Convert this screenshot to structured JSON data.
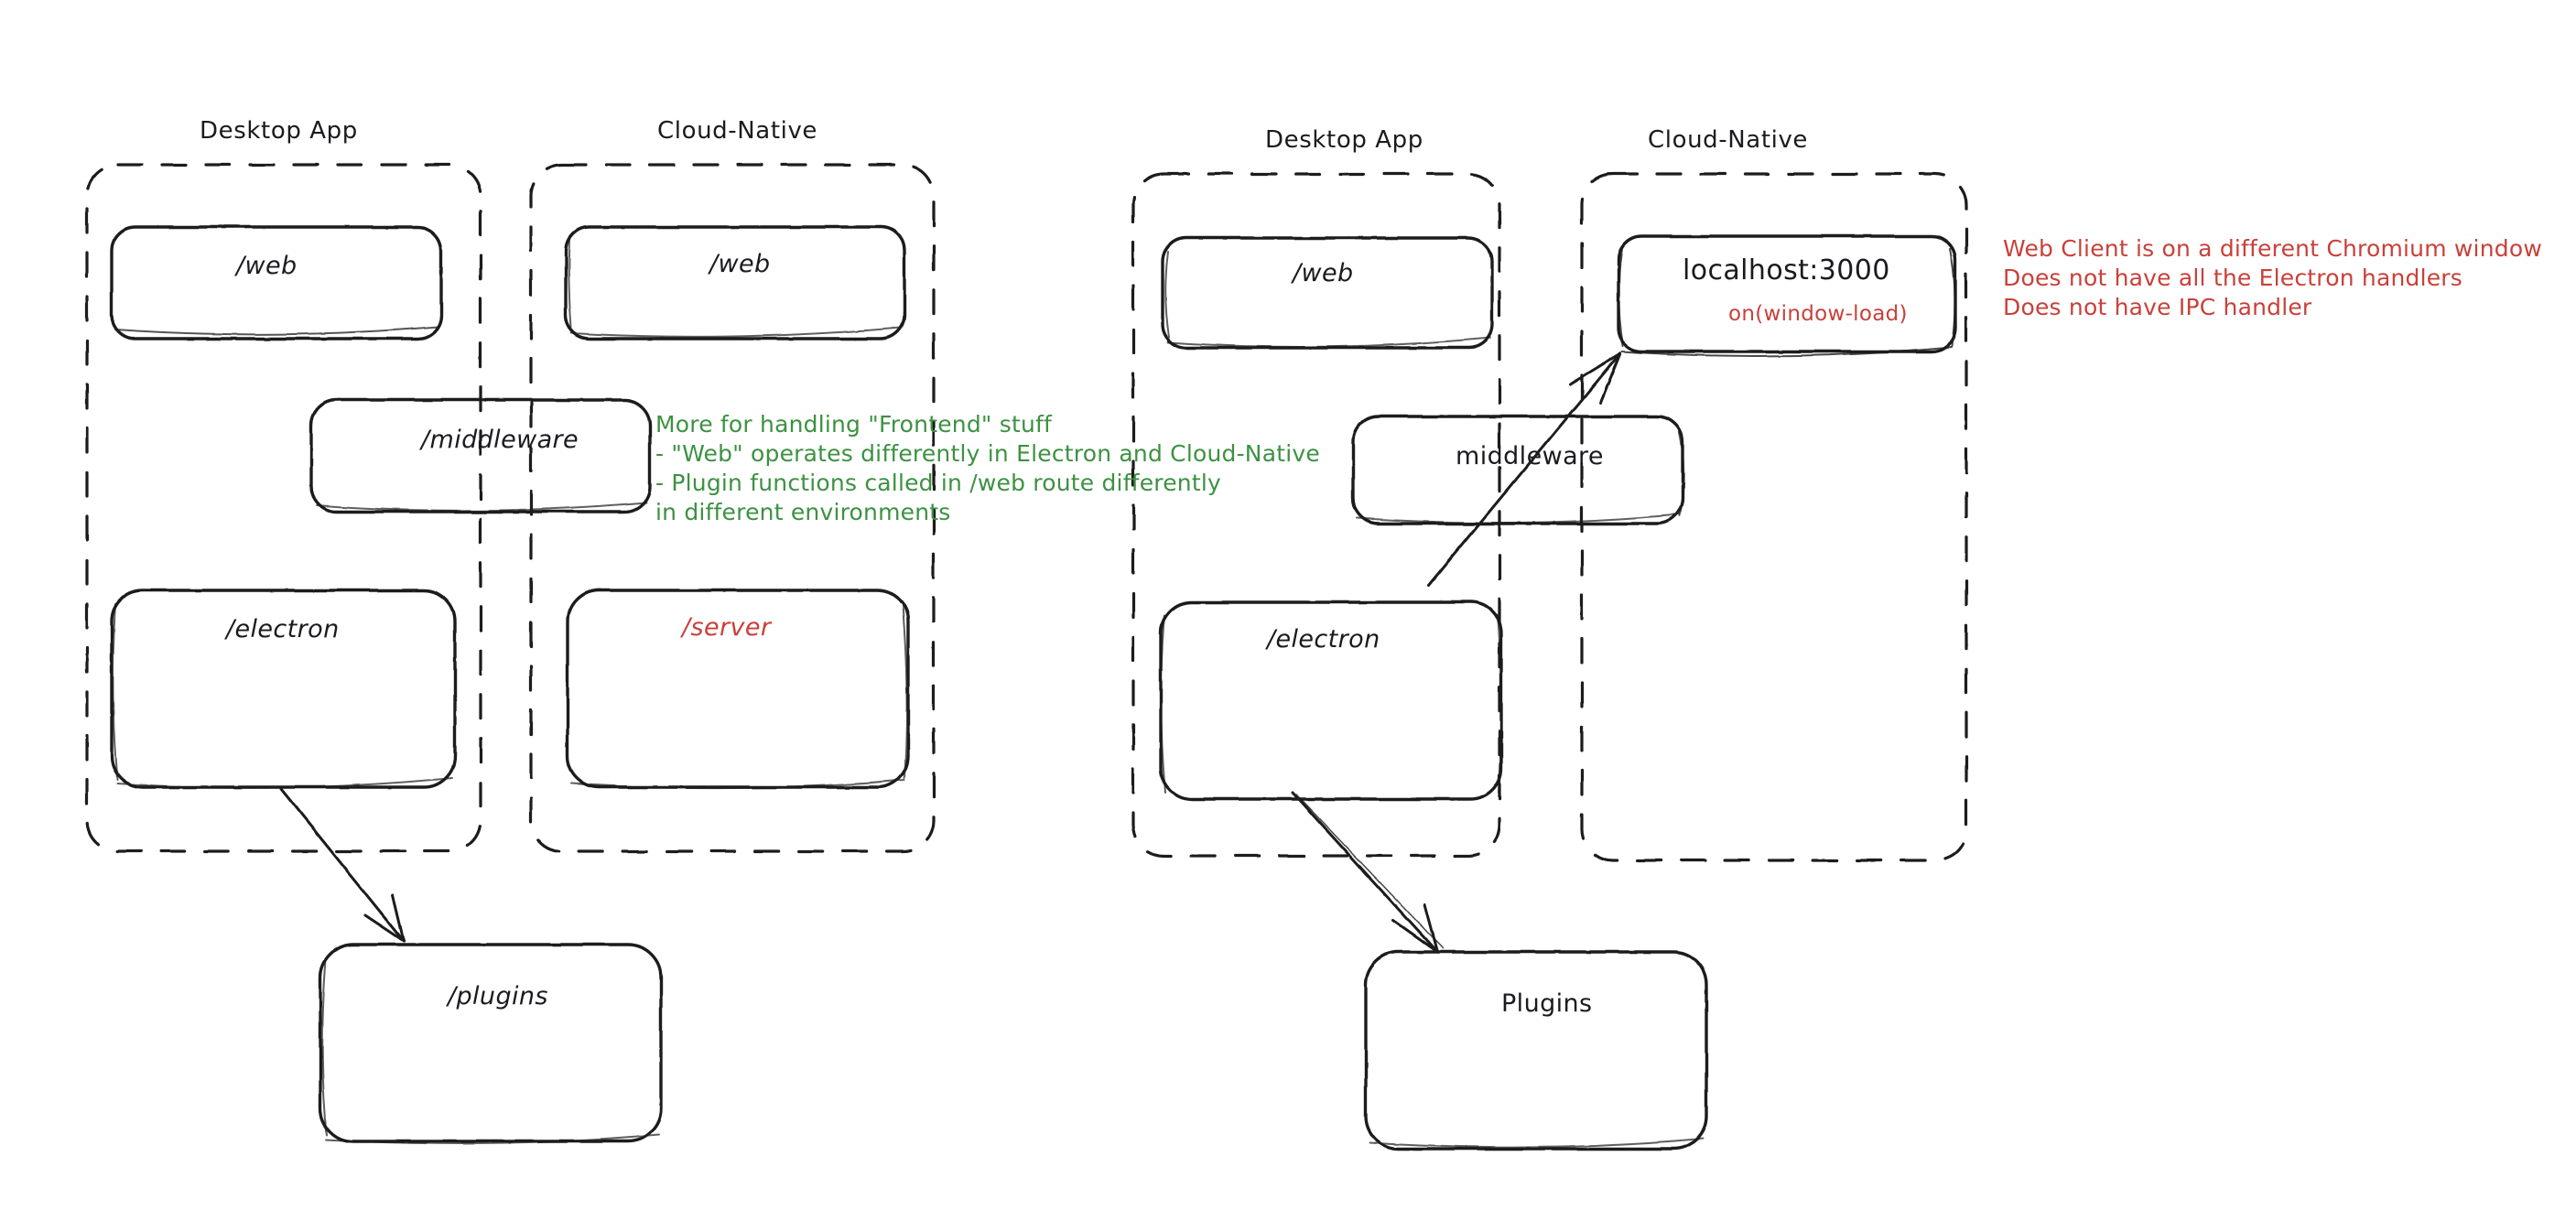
{
  "diagram": {
    "title": "Desktop App vs Cloud-Native architecture comparison",
    "colors": {
      "stroke": "#1b1b1f",
      "green": "#3d9142",
      "red": "#c8413a",
      "background": "#ffffff"
    }
  },
  "left_diagram": {
    "groups": [
      {
        "label": "Desktop App",
        "name": "desktop-app"
      },
      {
        "label": "Cloud-Native",
        "name": "cloud-native"
      }
    ],
    "boxes": [
      {
        "label": "/web",
        "name": "web-desktop",
        "color": "black"
      },
      {
        "label": "/web",
        "name": "web-cloud",
        "color": "black"
      },
      {
        "label": "/middleware",
        "name": "middleware",
        "color": "black"
      },
      {
        "label": "/electron",
        "name": "electron",
        "color": "black"
      },
      {
        "label": "/server",
        "name": "server",
        "color": "red"
      },
      {
        "label": "/plugins",
        "name": "plugins",
        "color": "black"
      }
    ],
    "annotation": {
      "name": "frontend-note",
      "color": "green",
      "lines": [
        "More for handling \"Frontend\" stuff",
        "- \"Web\" operates differently in Electron and Cloud-Native",
        "- Plugin functions called in /web route differently",
        "in different environments"
      ],
      "text": "More for handling \"Frontend\" stuff\n- \"Web\" operates differently in Electron and Cloud-Native\n- Plugin functions called in /web route differently\nin different environments"
    }
  },
  "right_diagram": {
    "groups": [
      {
        "label": "Desktop App",
        "name": "desktop-app"
      },
      {
        "label": "Cloud-Native",
        "name": "cloud-native"
      }
    ],
    "boxes": [
      {
        "label": "/web",
        "name": "web-desktop",
        "color": "black"
      },
      {
        "label": "localhost:3000",
        "name": "localhost",
        "color": "black",
        "sub_label": "on(window-load)",
        "sub_color": "red"
      },
      {
        "label": "middleware",
        "name": "middleware",
        "color": "black"
      },
      {
        "label": "/electron",
        "name": "electron",
        "color": "black"
      },
      {
        "label": "Plugins",
        "name": "plugins",
        "color": "black"
      }
    ],
    "annotation": {
      "name": "web-client-note",
      "color": "red",
      "lines": [
        "Web Client is on a different Chromium window",
        "Does not have all the Electron handlers",
        "Does not have IPC handler"
      ],
      "text": "Web Client is on a different Chromium window\nDoes not have all the Electron handlers\nDoes not have IPC handler"
    }
  }
}
